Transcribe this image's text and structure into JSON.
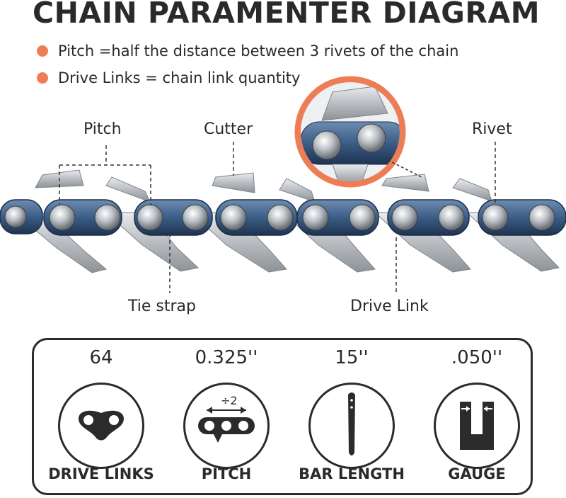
{
  "title": "CHAIN PARAMENTER DIAGRAM",
  "bullets": [
    "Pitch =half the distance between 3 rivets of the chain",
    "Drive Links = chain link quantity"
  ],
  "callouts": {
    "pitch": "Pitch",
    "cutter": "Cutter",
    "rivet": "Rivet",
    "tie_strap": "Tie strap",
    "drive_link": "Drive Link"
  },
  "specs": [
    {
      "value": "64",
      "name": "DRIVE LINKS",
      "icon": "drive-link-icon"
    },
    {
      "value": "0.325''",
      "name": "PITCH",
      "icon": "pitch-icon",
      "icon_text": "÷2"
    },
    {
      "value": "15''",
      "name": "BAR LENGTH",
      "icon": "bar-icon"
    },
    {
      "value": ".050''",
      "name": "GAUGE",
      "icon": "gauge-icon"
    }
  ],
  "colors": {
    "accent": "#ee7d55",
    "chain_blue": "#3e5f86",
    "steel": "#c9ccd0"
  }
}
